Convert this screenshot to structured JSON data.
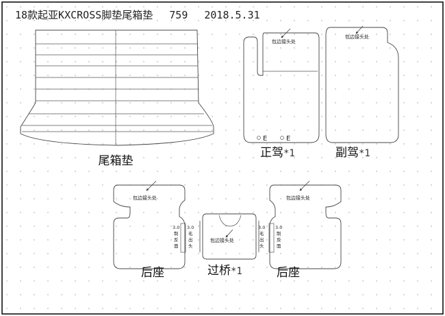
{
  "header": {
    "title": "18款起亚KXCROSS脚垫尾箱垫",
    "code": "759",
    "date": "2018.5.31"
  },
  "pieces": {
    "trunk": {
      "label": "尾箱垫"
    },
    "driver": {
      "label": "正驾",
      "qty": "*1",
      "mark1": "E",
      "mark2": "E"
    },
    "passenger": {
      "label": "副驾",
      "qty": "*1"
    },
    "rear_left": {
      "label": "后座"
    },
    "bridge": {
      "label": "过桥",
      "qty": "*1"
    },
    "rear_right": {
      "label": "后座"
    }
  },
  "annotations": {
    "edge_note": "包边接头处",
    "size_value": "3.0",
    "raw_edge_chars": [
      "毛",
      "出",
      "头"
    ],
    "reverse_chars": [
      "制",
      "反",
      "面"
    ]
  }
}
